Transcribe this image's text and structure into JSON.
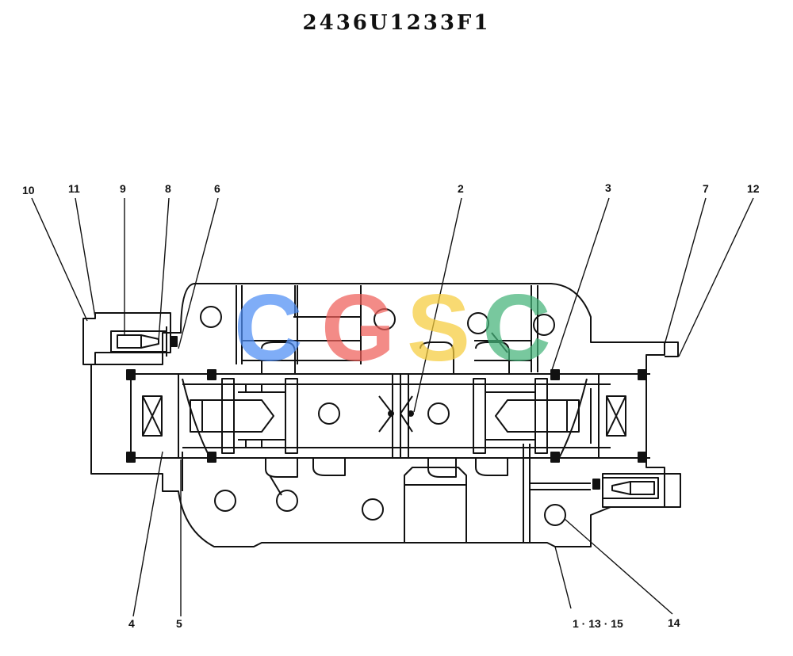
{
  "title": "2436U1233F1",
  "watermark": {
    "letters": [
      "C",
      "G",
      "S",
      "C"
    ],
    "colors": [
      "#4f8ef5",
      "#ef5f5a",
      "#f6cd3c",
      "#45b37a"
    ]
  },
  "labels": {
    "l10": "10",
    "l11": "11",
    "l9": "9",
    "l8": "8",
    "l6": "6",
    "l2": "2",
    "l3": "3",
    "l7": "7",
    "l12": "12",
    "l4": "4",
    "l5": "5",
    "l1_13_15": "1 · 13 · 15",
    "l14": "14"
  }
}
